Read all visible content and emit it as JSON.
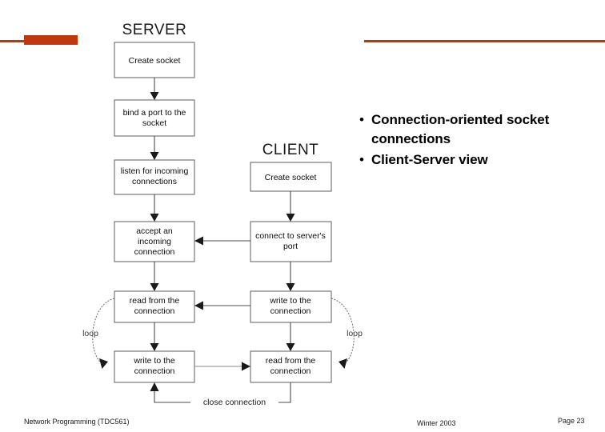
{
  "slide": {
    "decor": {
      "bar_color": "#C0380F",
      "rule_color": "#8B4A2B"
    },
    "bullets": [
      {
        "marker": "•",
        "text": "Connection-oriented socket connections"
      },
      {
        "marker": "•",
        "text": "Client-Server view"
      }
    ],
    "footer": {
      "course": "Network Programming (TDC561)",
      "term": "Winter 2003",
      "page": "Page 23"
    }
  },
  "diagram": {
    "title_server": "SERVER",
    "title_client": "CLIENT",
    "server_nodes": [
      {
        "id": "server-create-socket",
        "line1": "Create socket",
        "line2": "",
        "line3": ""
      },
      {
        "id": "server-bind-port",
        "line1": "bind a port to the",
        "line2": "socket",
        "line3": ""
      },
      {
        "id": "server-listen",
        "line1": "listen for incoming",
        "line2": "connections",
        "line3": ""
      },
      {
        "id": "server-accept",
        "line1": "accept an",
        "line2": "incoming",
        "line3": "connection"
      },
      {
        "id": "server-read",
        "line1": "read from the",
        "line2": "connection",
        "line3": ""
      },
      {
        "id": "server-write",
        "line1": "write to the",
        "line2": "connection",
        "line3": ""
      }
    ],
    "client_nodes": [
      {
        "id": "client-create-socket",
        "line1": "Create socket",
        "line2": "",
        "line3": ""
      },
      {
        "id": "client-connect",
        "line1": "connect to server's",
        "line2": "port",
        "line3": ""
      },
      {
        "id": "client-write",
        "line1": "write to the",
        "line2": "connection",
        "line3": ""
      },
      {
        "id": "client-read",
        "line1": "read from the",
        "line2": "connection",
        "line3": ""
      }
    ],
    "loop_label_left": "loop",
    "loop_label_right": "loop",
    "close_label": "close connection"
  }
}
